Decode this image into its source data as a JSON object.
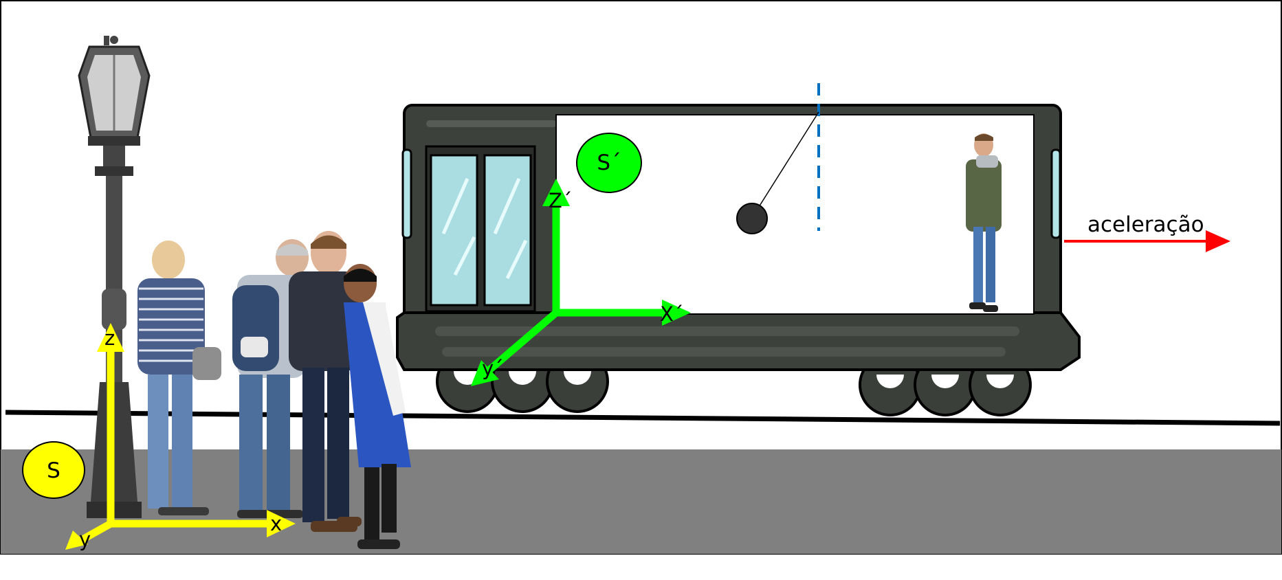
{
  "labels": {
    "ground_frame": "S",
    "train_frame": "S´",
    "acceleration": "aceleração",
    "axis_x": "x",
    "axis_y": "y",
    "axis_z": "z",
    "axis_x_prime": "X´",
    "axis_y_prime": "y´",
    "axis_z_prime": "Z´"
  },
  "colors": {
    "ground_frame": "#ffff00",
    "train_frame": "#00ff00",
    "acceleration_arrow": "#ff0000",
    "vertical_reference": "#0070c0",
    "train_body": "#3d413c",
    "platform": "#808080"
  }
}
